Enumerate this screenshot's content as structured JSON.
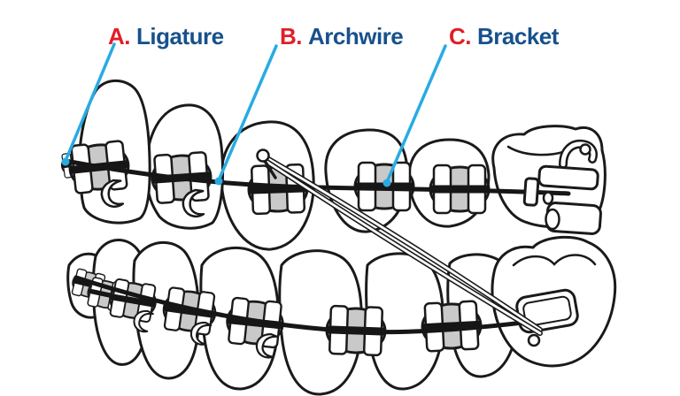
{
  "diagram": {
    "type": "labeled-illustration",
    "subject": "orthodontic braces on upper and lower teeth",
    "labels": [
      {
        "letter": "A.",
        "name": "Ligature"
      },
      {
        "letter": "B.",
        "name": "Archwire"
      },
      {
        "letter": "C.",
        "name": "Bracket"
      }
    ],
    "colors": {
      "label_letter": "#e21e26",
      "label_name": "#17518c",
      "leader_line": "#29abe2",
      "line_art": "#1a1a1a",
      "bracket_shade": "#c9c9c9",
      "background": "#ffffff"
    }
  }
}
